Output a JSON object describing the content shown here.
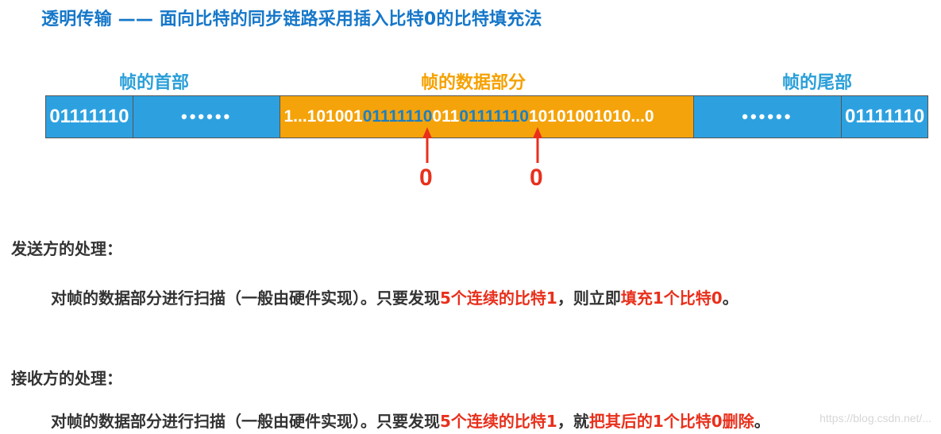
{
  "title": "透明传输 —— 面向比特的同步链路采用插入比特0的比特填充法",
  "labels": {
    "header": "帧的首部",
    "data": "帧的数据部分",
    "tail": "帧的尾部"
  },
  "frame": {
    "flag_left": "01111110",
    "dots_left": "••••••",
    "data_segments": [
      "1...101001",
      "0111111",
      "0",
      "011",
      "0111111",
      "0",
      "10101001010...0"
    ],
    "dots_right": "••••••",
    "flag_right": "01111110"
  },
  "inserted_bits": [
    "0",
    "0"
  ],
  "sender": {
    "heading": "发送方的处理：",
    "text_before": "对帧的数据部分进行扫描（一般由硬件实现）。只要发现",
    "highlight1": "5个连续的比特1",
    "text_middle": "，则立即",
    "highlight2": "填充1个比特0",
    "text_after": "。"
  },
  "receiver": {
    "heading": "接收方的处理：",
    "text_before": "对帧的数据部分进行扫描（一般由硬件实现）。只要发现",
    "highlight1": "5个连续的比特1",
    "text_middle": "，就",
    "highlight2": "把其后的1个比特0删除",
    "text_after": "。"
  },
  "watermark": "https://blog.csdn.net/...",
  "colors": {
    "title": "#1677c9",
    "blue_cell": "#2da1e0",
    "orange_cell": "#f5a30a",
    "highlight_red": "#e8301c",
    "inserted_bit_text": "#1e7fbf"
  }
}
